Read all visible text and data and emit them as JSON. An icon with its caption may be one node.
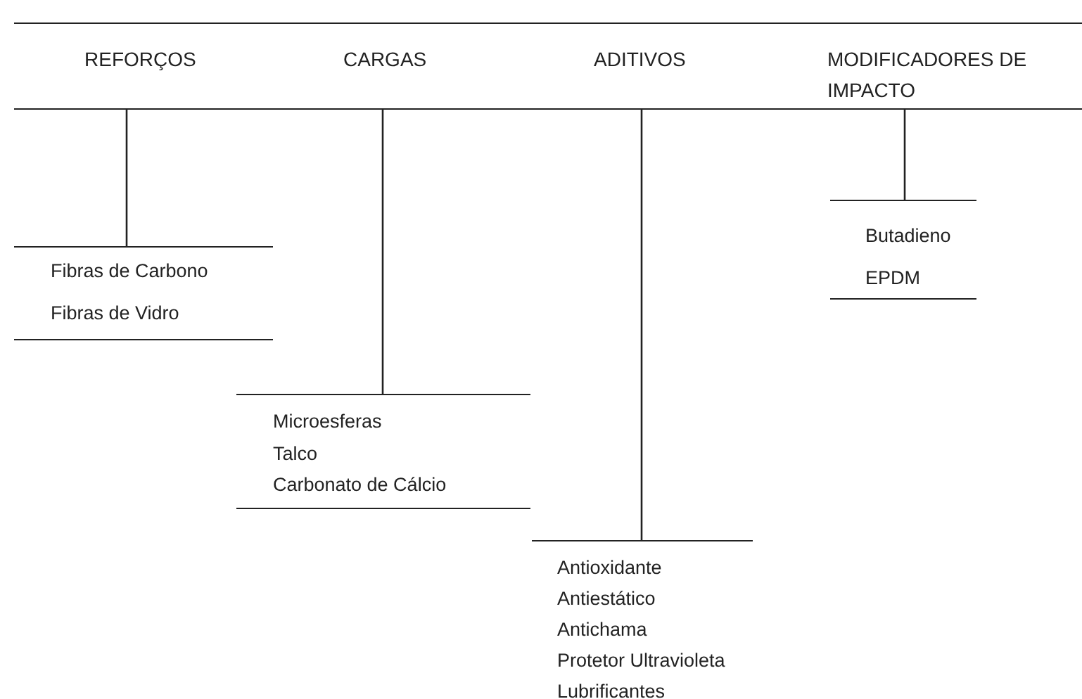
{
  "diagram": {
    "nodes": [
      {
        "text": [
          "REFORÇOS"
        ]
      },
      {
        "text": [
          "CARGAS"
        ]
      },
      {
        "text": [
          "ADITIVOS"
        ]
      },
      {
        "text": [
          "MODIFICADORES DE IMPACTO"
        ]
      },
      {
        "text": [
          "Fibras de Carbono",
          "Fibras de Vidro"
        ]
      },
      {
        "text": [
          "Microesferas",
          "Talco",
          "Carbonato de Cálcio"
        ]
      },
      {
        "text": [
          "Antioxidante",
          "Antiestático",
          "Antichama",
          "Protetor Ultravioleta",
          "Lubrificantes"
        ]
      },
      {
        "text": [
          "Butadieno",
          "EPDM"
        ]
      }
    ],
    "edges": [
      {
        "from": 0,
        "to": 4,
        "arrow": "none"
      },
      {
        "from": 1,
        "to": 5,
        "arrow": "none"
      },
      {
        "from": 2,
        "to": 6,
        "arrow": "none"
      },
      {
        "from": 3,
        "to": 7,
        "arrow": "none"
      }
    ]
  }
}
